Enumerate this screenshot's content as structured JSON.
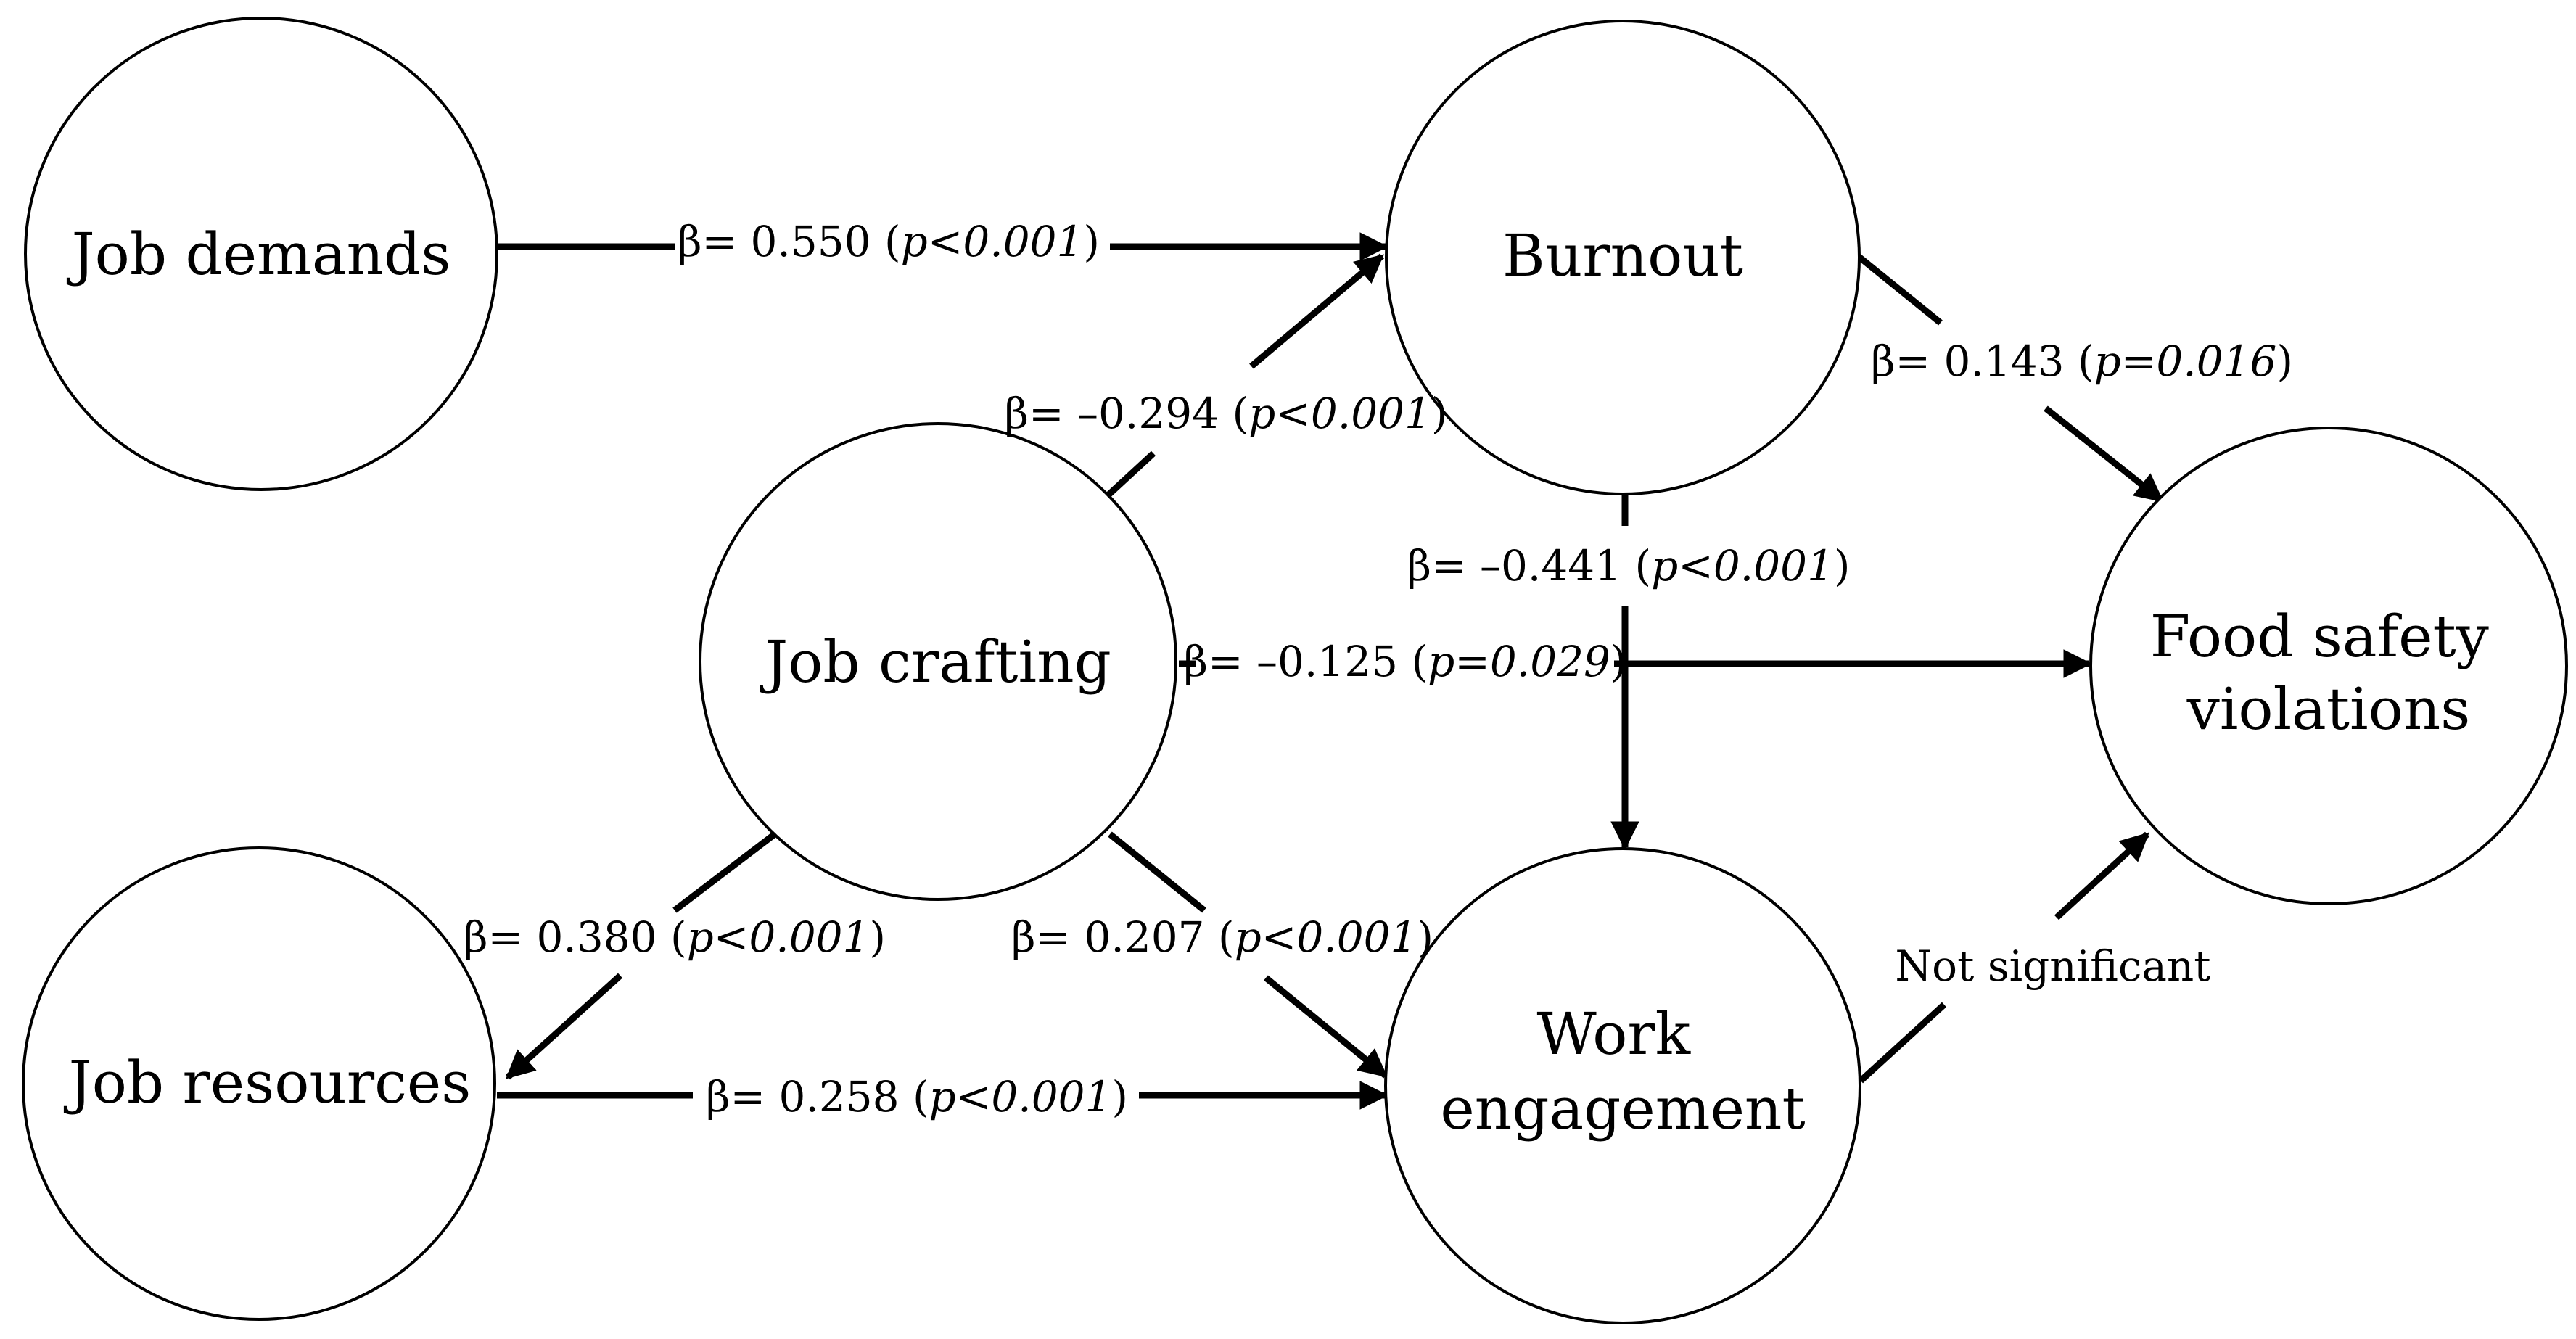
{
  "nodes": {
    "job_demands": {
      "lines": [
        "Job demands"
      ]
    },
    "job_resources": {
      "lines": [
        "Job resources"
      ]
    },
    "job_crafting": {
      "lines": [
        "Job crafting"
      ]
    },
    "burnout": {
      "lines": [
        "Burnout"
      ]
    },
    "work_engagement": {
      "lines": [
        "Work",
        "engagement"
      ]
    },
    "food_safety_violations": {
      "lines": [
        "Food safety",
        "violations"
      ]
    }
  },
  "edges": {
    "demands_to_burnout": {
      "beta": "β= 0.550 (",
      "p": "p<0.001",
      "close": ")"
    },
    "crafting_to_burnout": {
      "beta": "β= –0.294 (",
      "p": "p<0.001",
      "close": ")"
    },
    "burnout_to_violations": {
      "beta": "β= 0.143 (",
      "p": "p=0.016",
      "close": ")"
    },
    "burnout_to_engagement": {
      "beta": "β= –0.441 (",
      "p": "p<0.001",
      "close": ")"
    },
    "crafting_to_violations": {
      "beta": "β= –0.125 (",
      "p": "p=0.029",
      "close": ")"
    },
    "crafting_to_resources": {
      "beta": "β= 0.380 (",
      "p": "p<0.001",
      "close": ")"
    },
    "crafting_to_engagement": {
      "beta": "β= 0.207 (",
      "p": "p<0.001",
      "close": ")"
    },
    "resources_to_engagement": {
      "beta": "β= 0.258 (",
      "p": "p<0.001",
      "close": ")"
    },
    "engagement_to_violations": {
      "text": "Not significant"
    }
  },
  "colors": {
    "stroke": "#000000",
    "background": "#ffffff"
  }
}
